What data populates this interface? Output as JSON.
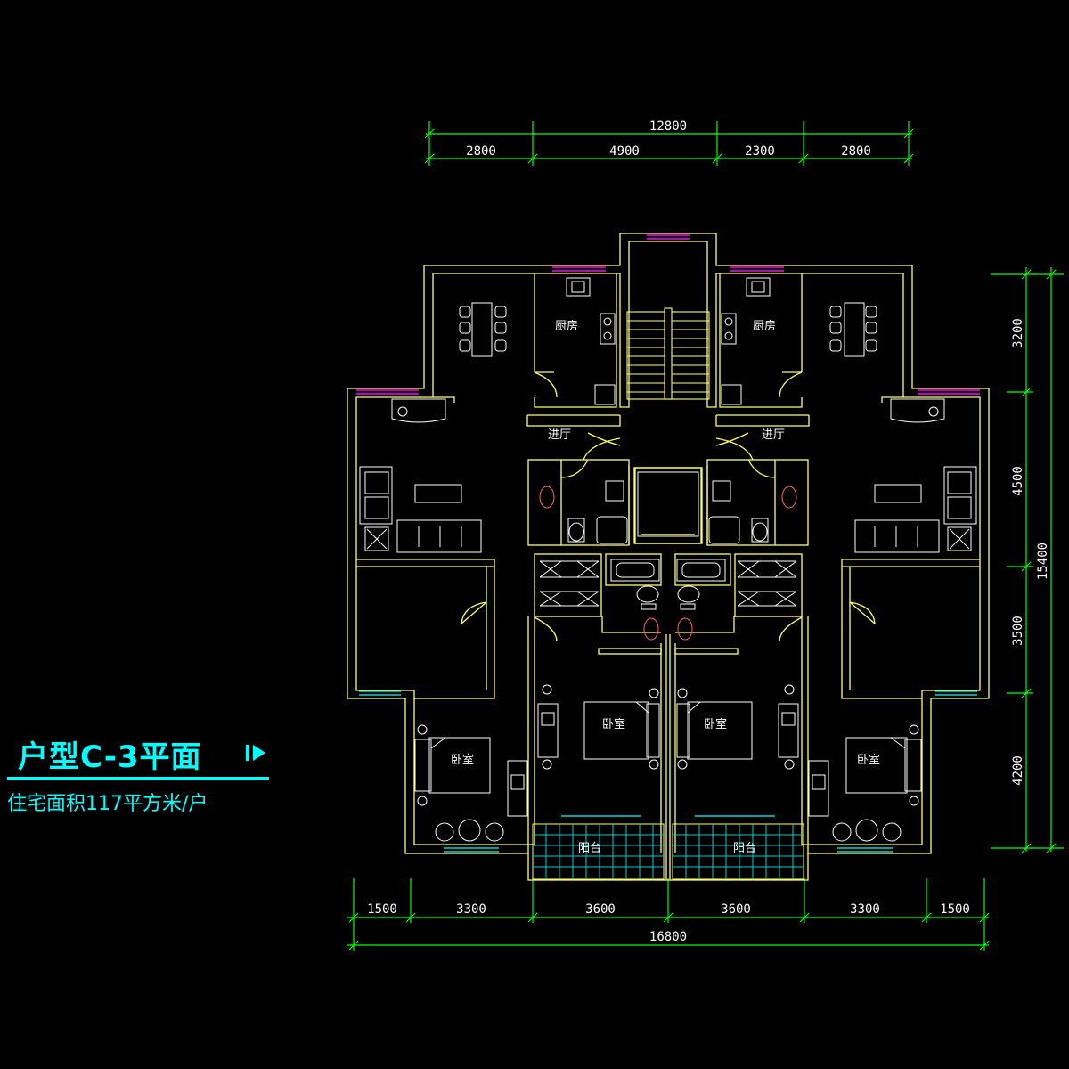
{
  "title": {
    "main": "户型C-3平面",
    "subtitle": "住宅面积117平方米/户"
  },
  "dimensions": {
    "top_total": "12800",
    "top_segments": [
      "2800",
      "4900",
      "2300",
      "2800"
    ],
    "bottom_segments": [
      "1500",
      "3300",
      "3600",
      "3600",
      "3300",
      "1500"
    ],
    "bottom_total": "16800",
    "right_segments": [
      "3200",
      "4500",
      "3500",
      "4200"
    ],
    "right_total": "15400"
  },
  "rooms": {
    "kitchen_left": "厨房",
    "kitchen_right": "厨房",
    "hall_left": "进厅",
    "hall_right": "进厅",
    "bedroom_1": "卧室",
    "bedroom_2": "卧室",
    "bedroom_3": "卧室",
    "bedroom_4": "卧室",
    "balcony_left": "阳台",
    "balcony_right": "阳台"
  },
  "colors": {
    "background": "#000000",
    "wall": "#ffff66",
    "dimension": "#00ff00",
    "text": "#ffffff",
    "title": "#00ffff",
    "window": "#ff00ff",
    "fixture": "#ff6666",
    "grid": "#00cccc"
  }
}
